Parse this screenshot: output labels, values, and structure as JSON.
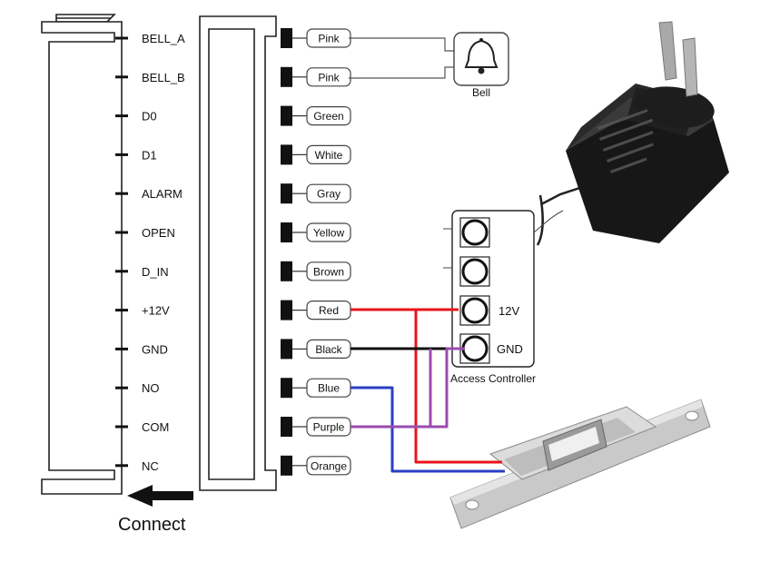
{
  "pins": [
    {
      "label": "BELL_A",
      "wire": "Pink"
    },
    {
      "label": "BELL_B",
      "wire": "Pink"
    },
    {
      "label": "D0",
      "wire": "Green"
    },
    {
      "label": "D1",
      "wire": "White"
    },
    {
      "label": "ALARM",
      "wire": "Gray"
    },
    {
      "label": "OPEN",
      "wire": "Yellow"
    },
    {
      "label": "D_IN",
      "wire": "Brown"
    },
    {
      "label": "+12V",
      "wire": "Red"
    },
    {
      "label": "GND",
      "wire": "Black"
    },
    {
      "label": "NO",
      "wire": "Blue"
    },
    {
      "label": "COM",
      "wire": "Purple"
    },
    {
      "label": "NC",
      "wire": "Orange"
    }
  ],
  "connect_label": "Connect",
  "bell_label": "Bell",
  "controller": {
    "title": "Access Controller",
    "terminal_12v": "12V",
    "terminal_gnd": "GND"
  },
  "wire_colors": {
    "red": "#e8141b",
    "black": "#111111",
    "blue": "#2a3fc4",
    "purple": "#9b4bb0"
  }
}
